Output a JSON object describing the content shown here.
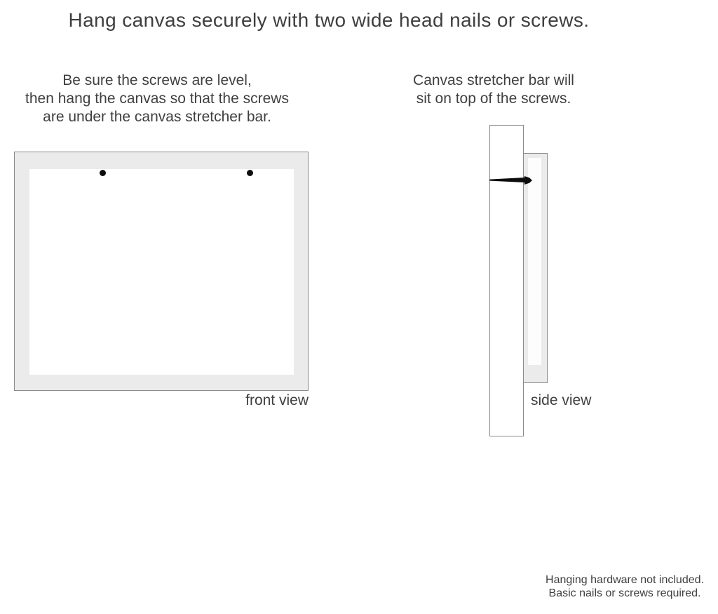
{
  "title": "Hang canvas securely with two wide head nails or screws.",
  "instructions": {
    "left": {
      "lines": [
        "Be sure the screws are level,",
        "then hang the canvas so that the screws",
        "are under the canvas stretcher bar."
      ]
    },
    "right": {
      "lines": [
        "Canvas stretcher bar will",
        "sit on top of the screws."
      ]
    }
  },
  "diagrams": {
    "front_view": {
      "label": "front view"
    },
    "side_view": {
      "label": "side view"
    }
  },
  "footnote": {
    "lines": [
      "Hanging hardware not included.",
      "Basic nails or screws required."
    ]
  },
  "colors": {
    "background": "#ffffff",
    "canvas_fill": "#ebebeb",
    "outline": "#8a8a8a",
    "text": "#3f3f3f",
    "nail": "#0d0d0d"
  }
}
